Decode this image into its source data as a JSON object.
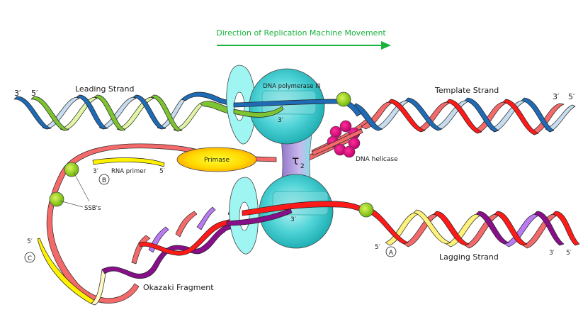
{
  "title": "Direction of Replication Machine Movement",
  "colors": {
    "direction_arrow": "#19b23c",
    "leading_template": "#1f6bb5",
    "leading_template_back": "#c7dcee",
    "leading_new": "#7cc431",
    "leading_new_back": "#e2f6a6",
    "template_strand_red": "#ff1a1a",
    "template_strand_pink": "#f46a6a",
    "lagging_purple": "#880f8a",
    "lagging_violet": "#b97af2",
    "rna_primer": "#fff200",
    "polymerase": "#2ec4c8",
    "clamp": "#9ef5f2",
    "helicase": "#d5007a",
    "ssb": "#8fd010",
    "primase": "#ffc400",
    "tau": "#a88fd6"
  },
  "labels": {
    "leading_strand": "Leading Strand",
    "template_strand": "Template Strand",
    "lagging_strand": "Lagging Strand",
    "dna_polymerase": "DNA polymerase III",
    "dna_helicase": "DNA helicase",
    "primase": "Primase",
    "tau": "τ",
    "tau_sub": "2",
    "rna_primer": "RNA primer",
    "ssbs": "SSB's",
    "okazaki": "Okazaki Fragment"
  },
  "ends": {
    "leading_left_3": "3′",
    "leading_left_5": "5′",
    "template_right_3": "3′",
    "template_right_5": "5′",
    "poly_top_3": "3′",
    "poly_bottom_3": "3′",
    "primer_3": "3′",
    "primer_5": "5′",
    "lagging_left_5": "5′",
    "lagging_right_3": "3′",
    "lagging_right_5": "5′",
    "fragment_c_5": "5′"
  },
  "markers": {
    "a": "A",
    "b": "B",
    "c": "C"
  }
}
